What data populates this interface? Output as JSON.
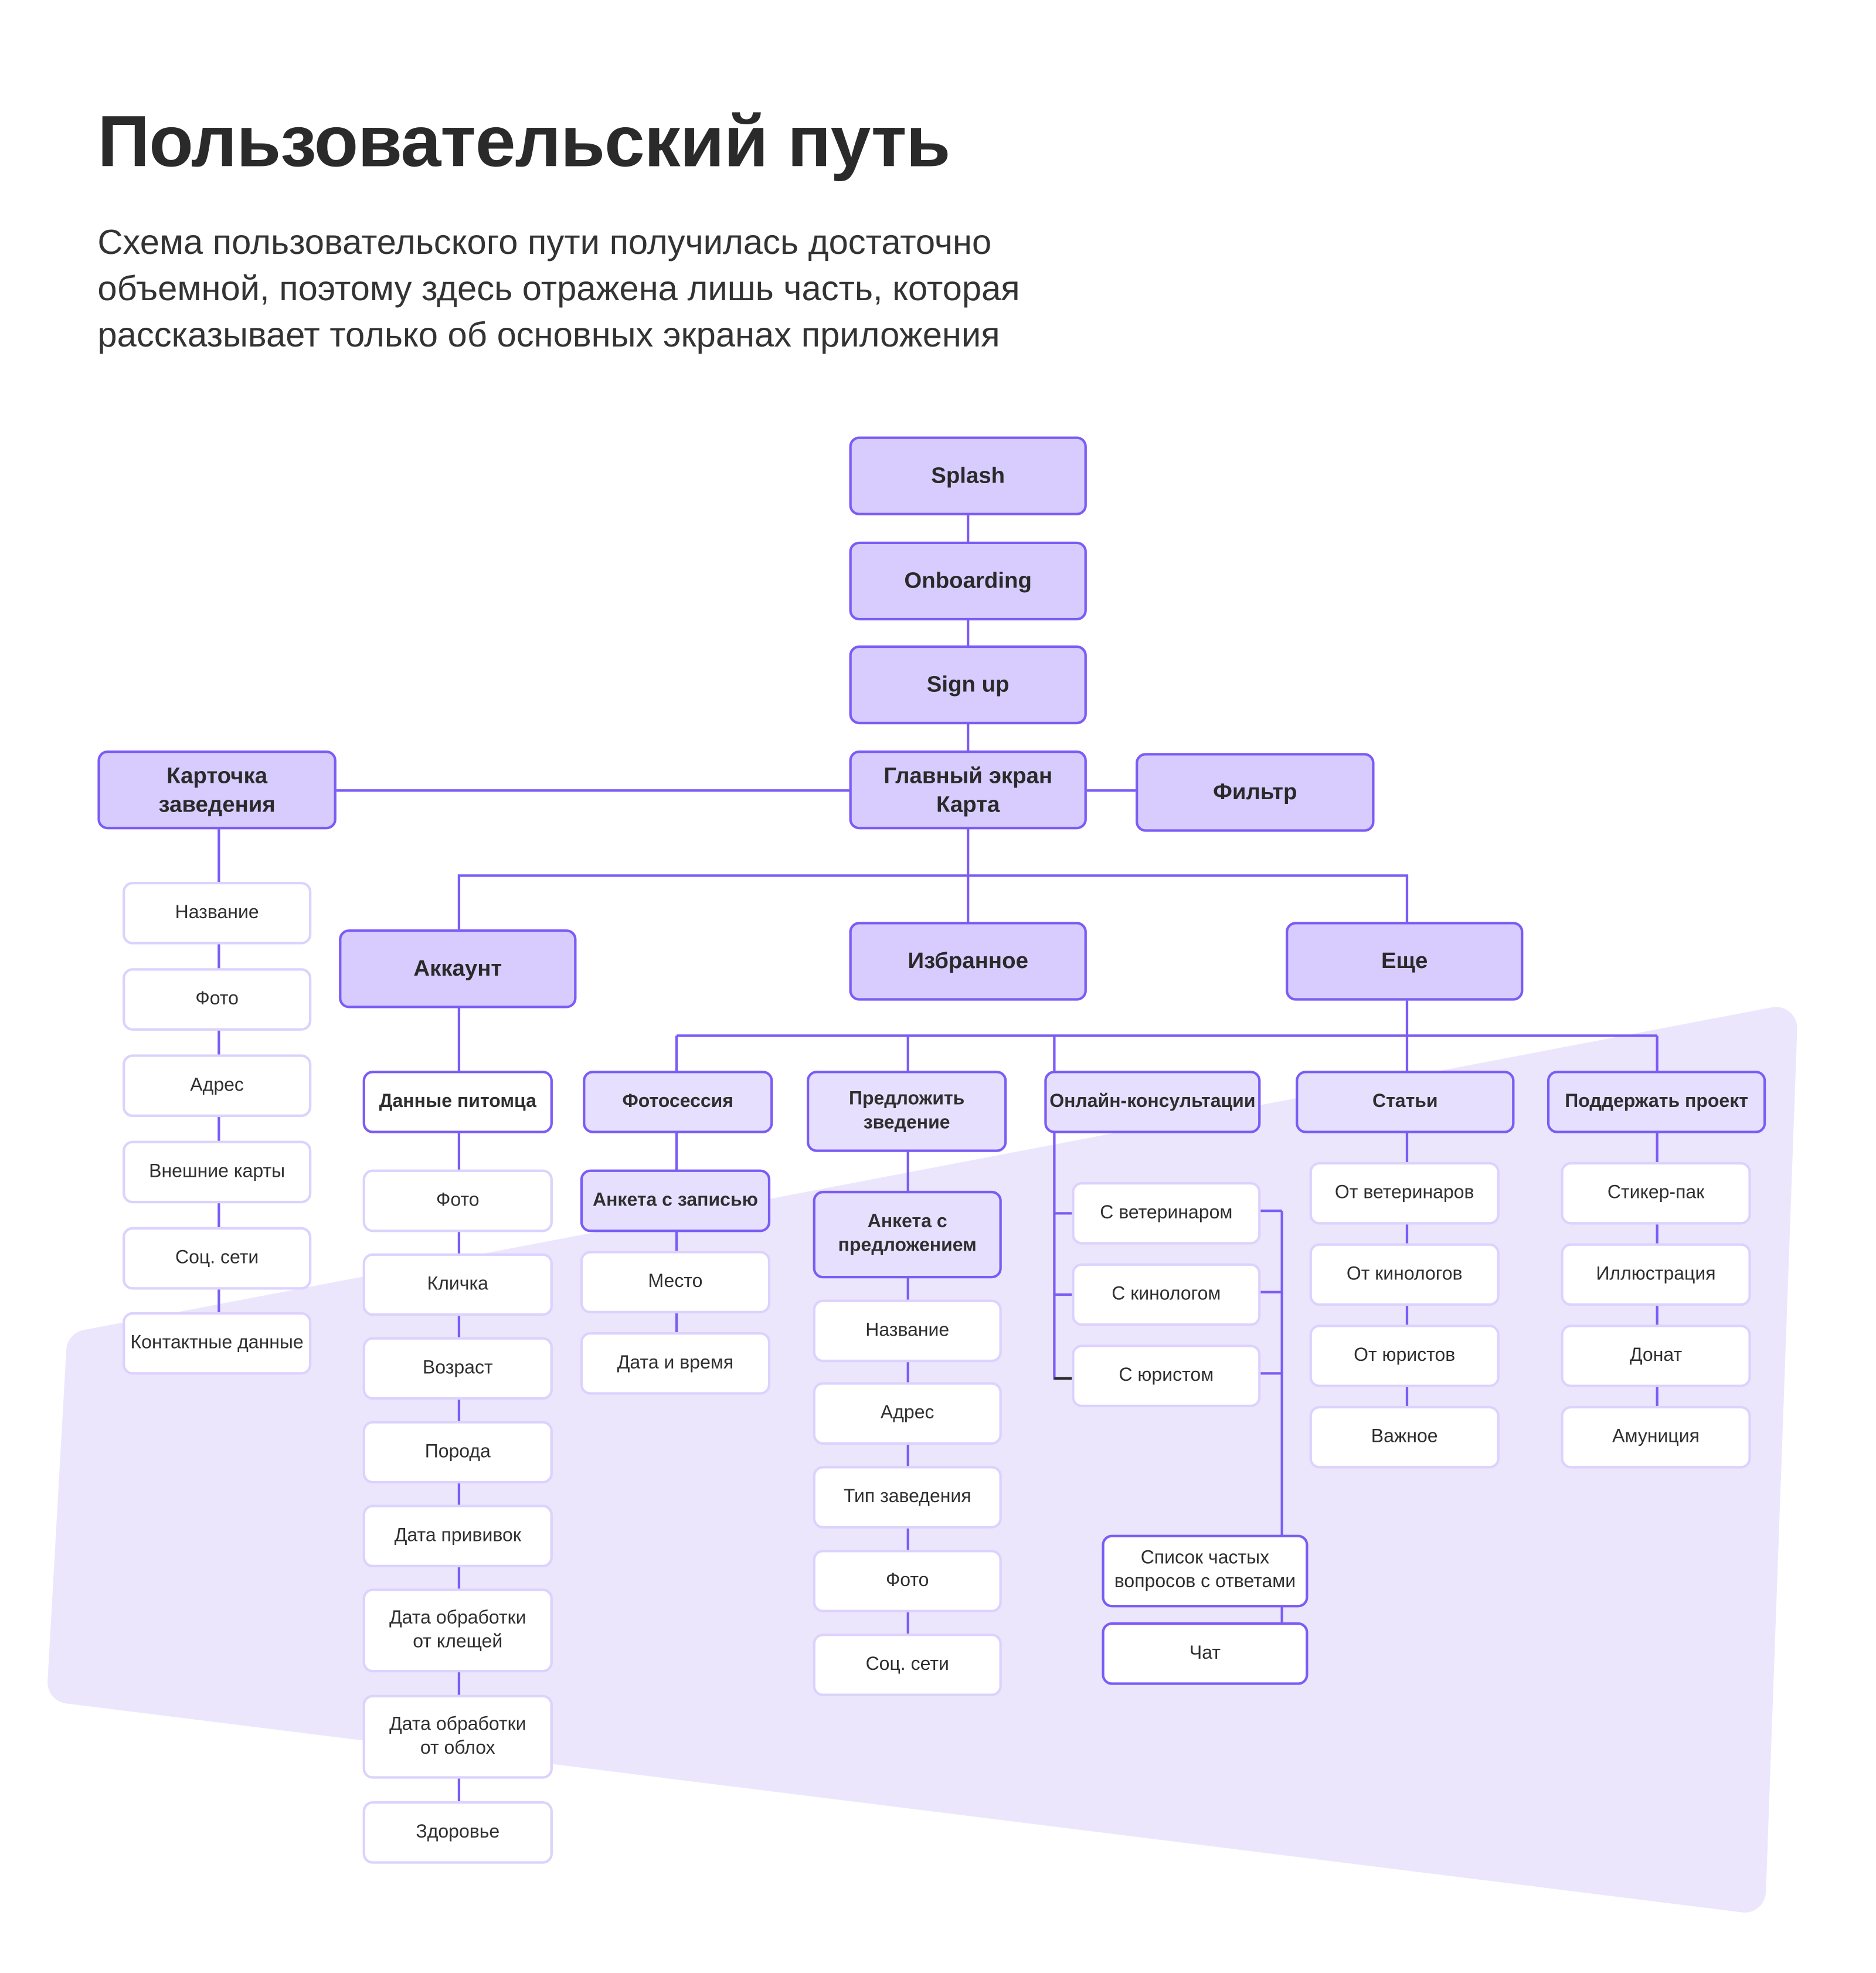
{
  "title": "Пользовательский путь",
  "subtitle": [
    "Схема пользовательского пути получилась достаточно",
    "объемной, поэтому здесь отражена лишь часть, которая",
    "рассказывает только об основных экранах приложения"
  ],
  "flow": {
    "splash": "Splash",
    "onboarding": "Onboarding",
    "signup": "Sign up",
    "main": "Главный экран\nКарта",
    "filter": "Фильтр",
    "venue_card": {
      "label": "Карточка\nзаведения",
      "items": [
        "Название",
        "Фото",
        "Адрес",
        "Внешние карты",
        "Соц. сети",
        "Контактные данные"
      ]
    },
    "account": "Аккаунт",
    "favorites": "Избранное",
    "more": "Еще",
    "pet_data": {
      "label": "Данные питомца",
      "items": [
        "Фото",
        "Кличка",
        "Возраст",
        "Порода",
        "Дата прививок",
        "Дата обработки\nот клещей",
        "Дата обработки\nот облох",
        "Здоровье"
      ]
    },
    "photoshoot": {
      "label": "Фотосессия",
      "form": "Анкета с записью",
      "items": [
        "Место",
        "Дата и время"
      ]
    },
    "suggest": {
      "label": "Предложить\nзведение",
      "form": "Анкета с\nпредложением",
      "items": [
        "Название",
        "Адрес",
        "Тип заведения",
        "Фото",
        "Соц. сети"
      ]
    },
    "consult": {
      "label": "Онлайн-консультации",
      "items": [
        "С ветеринаром",
        "С кинологом",
        "С юристом"
      ],
      "faq": "Список частых\nвопросов с ответами",
      "chat": "Чат"
    },
    "articles": {
      "label": "Статьи",
      "items": [
        "От ветеринаров",
        "От кинологов",
        "От юристов",
        "Важное"
      ]
    },
    "support": {
      "label": "Поддержать проект",
      "items": [
        "Стикер-пак",
        "Иллюстрация",
        "Донат",
        "Амуниция"
      ]
    }
  },
  "colors": {
    "accent": "#7b5cf5",
    "primary_fill": "#d8ccfe",
    "secondary_fill": "#e6e0fe",
    "leaf_border": "#dcd2fd",
    "background_shape": "#ece6fd"
  }
}
